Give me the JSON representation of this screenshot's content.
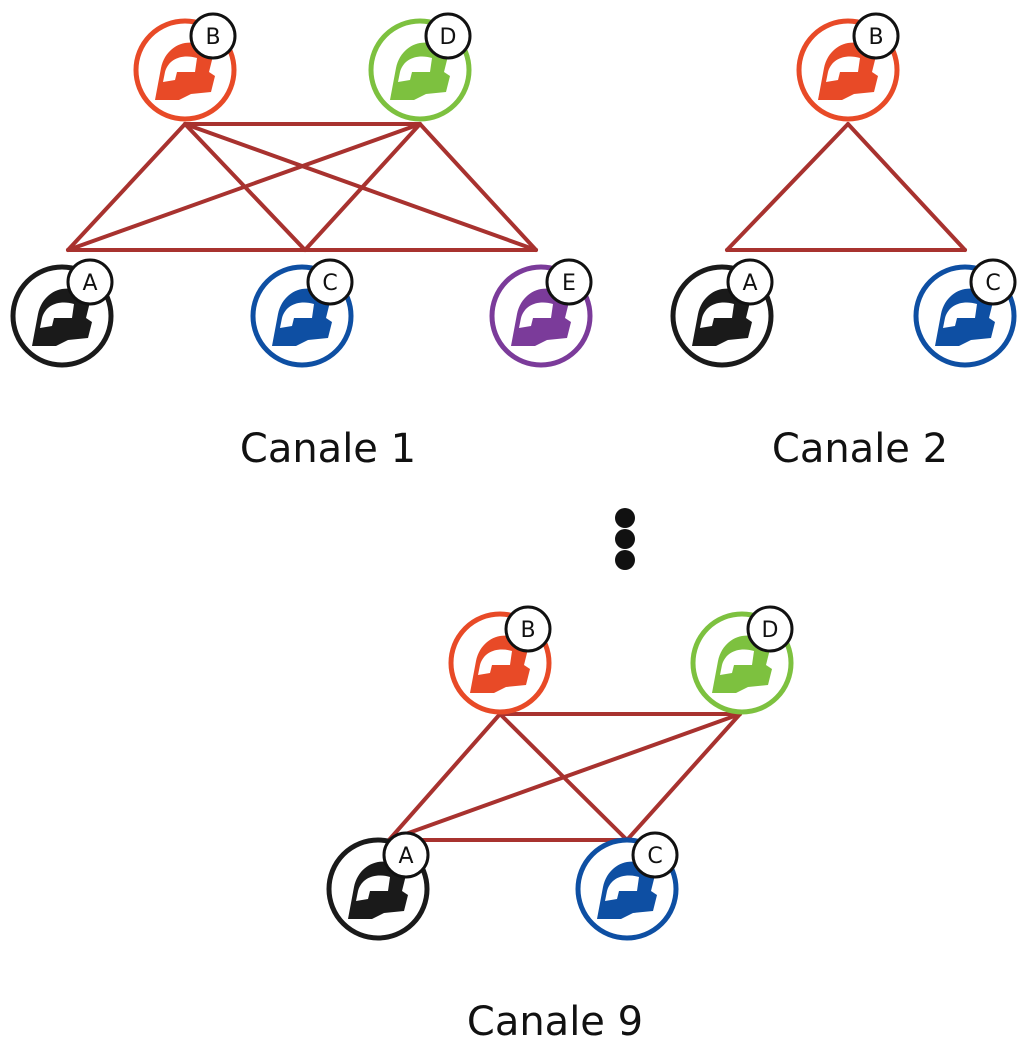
{
  "colors": {
    "link": "#A8322F",
    "A": "#1A1A1A",
    "B": "#E84A27",
    "C": "#0E4FA3",
    "D": "#7DC13F",
    "E": "#7B3B9A"
  },
  "channels": [
    {
      "label": "Canale 1",
      "nodes": [
        "A",
        "B",
        "C",
        "D",
        "E"
      ],
      "links": [
        [
          "A",
          "C"
        ],
        [
          "C",
          "E"
        ],
        [
          "B",
          "D"
        ],
        [
          "A",
          "B"
        ],
        [
          "A",
          "D"
        ],
        [
          "C",
          "B"
        ],
        [
          "C",
          "D"
        ],
        [
          "E",
          "B"
        ],
        [
          "E",
          "D"
        ]
      ]
    },
    {
      "label": "Canale 2",
      "nodes": [
        "A",
        "B",
        "C"
      ],
      "links": [
        [
          "A",
          "B"
        ],
        [
          "B",
          "C"
        ],
        [
          "A",
          "C"
        ]
      ]
    },
    {
      "label": "Canale 9",
      "nodes": [
        "A",
        "B",
        "C",
        "D"
      ],
      "links": [
        [
          "A",
          "C"
        ],
        [
          "B",
          "D"
        ],
        [
          "A",
          "B"
        ],
        [
          "A",
          "D"
        ],
        [
          "C",
          "B"
        ],
        [
          "C",
          "D"
        ]
      ]
    }
  ],
  "ellipsis": "vertical-dots"
}
